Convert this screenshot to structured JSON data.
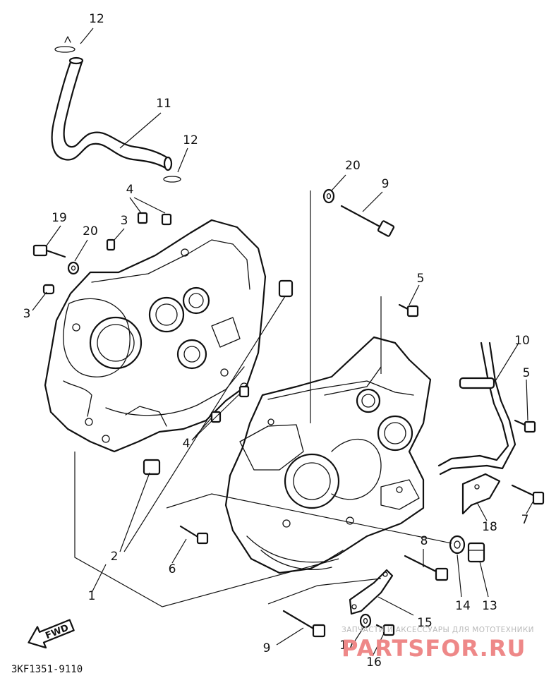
{
  "diagram": {
    "callouts": [
      {
        "id": "c12a",
        "text": "12"
      },
      {
        "id": "c11",
        "text": "11"
      },
      {
        "id": "c12b",
        "text": "12"
      },
      {
        "id": "c4a",
        "text": "4"
      },
      {
        "id": "c19",
        "text": "19"
      },
      {
        "id": "c20a",
        "text": "20"
      },
      {
        "id": "c3a",
        "text": "3"
      },
      {
        "id": "c3b",
        "text": "3"
      },
      {
        "id": "c20b",
        "text": "20"
      },
      {
        "id": "c9a",
        "text": "9"
      },
      {
        "id": "c5a",
        "text": "5"
      },
      {
        "id": "c10",
        "text": "10"
      },
      {
        "id": "c5b",
        "text": "5"
      },
      {
        "id": "c4b",
        "text": "4"
      },
      {
        "id": "c2",
        "text": "2"
      },
      {
        "id": "c6",
        "text": "6"
      },
      {
        "id": "c1",
        "text": "1"
      },
      {
        "id": "c18",
        "text": "18"
      },
      {
        "id": "c7",
        "text": "7"
      },
      {
        "id": "c8",
        "text": "8"
      },
      {
        "id": "c14",
        "text": "14"
      },
      {
        "id": "c13",
        "text": "13"
      },
      {
        "id": "c15",
        "text": "15"
      },
      {
        "id": "c9b",
        "text": "9"
      },
      {
        "id": "c17",
        "text": "17"
      },
      {
        "id": "c16",
        "text": "16"
      }
    ],
    "fwd_label": "FWD",
    "diagram_code": "3KF1351-9110"
  },
  "watermark": {
    "subtitle": "ЗАПЧАСТИ И АКСЕССУАРЫ ДЛЯ МОТОТЕХНИКИ",
    "logo_text": "PARTSFOR.RU",
    "color": "#ee8888"
  }
}
